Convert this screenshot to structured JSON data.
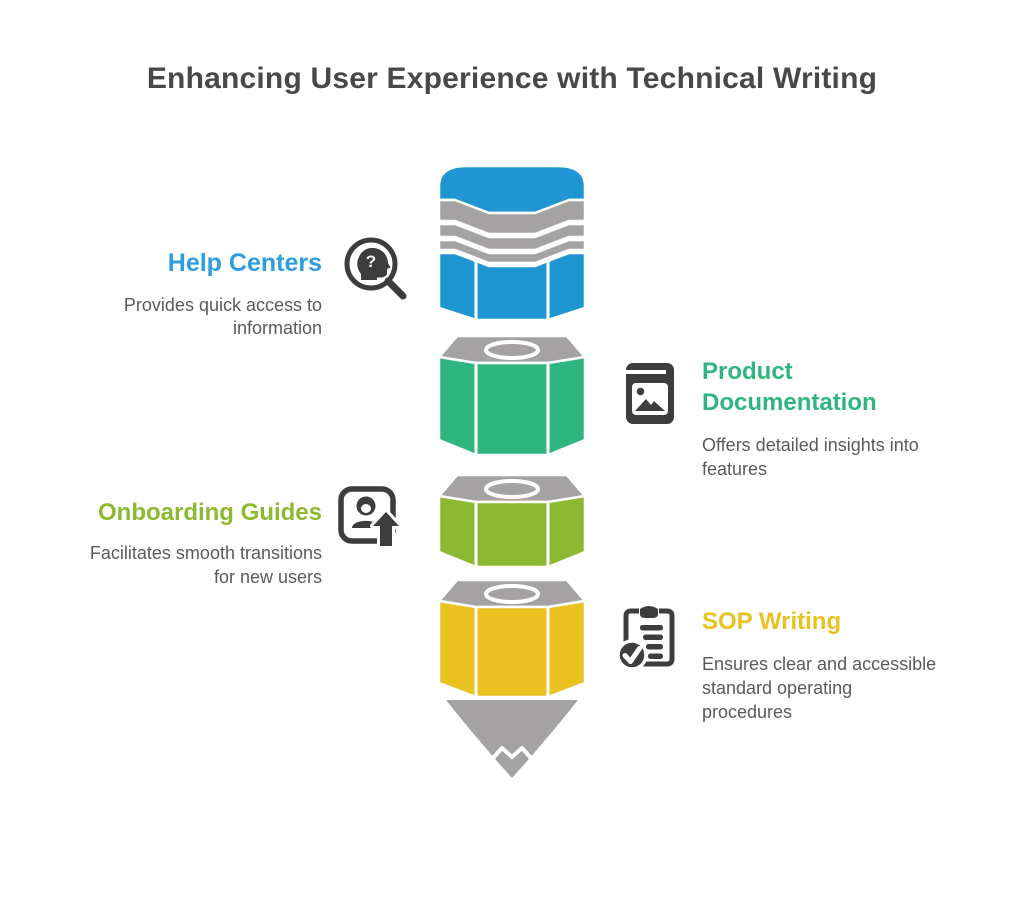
{
  "title": "Enhancing User Experience with Technical Writing",
  "theme": {
    "background": "#ffffff",
    "title_color": "#484848",
    "description_color": "#5a5a5a",
    "icon_color": "#3d3d3d"
  },
  "sections": [
    {
      "id": "help-centers",
      "side": "left",
      "heading_lines": [
        "Help Centers"
      ],
      "heading_color": "#2b9de0",
      "description_lines": [
        "Provides quick access to",
        "information"
      ],
      "icon": "magnifier-head-question-icon"
    },
    {
      "id": "product-documentation",
      "side": "right",
      "heading_lines": [
        "Product",
        "Documentation"
      ],
      "heading_color": "#2fb57e",
      "description_lines": [
        "Offers detailed insights into",
        "features"
      ],
      "icon": "photo-book-icon"
    },
    {
      "id": "onboarding-guides",
      "side": "left",
      "heading_lines": [
        "Onboarding Guides"
      ],
      "heading_color": "#8cb931",
      "description_lines": [
        "Facilitates smooth transitions",
        "for new users"
      ],
      "icon": "user-up-arrow-icon"
    },
    {
      "id": "sop-writing",
      "side": "right",
      "heading_lines": [
        "SOP Writing"
      ],
      "heading_color": "#e9c120",
      "description_lines": [
        "Ensures clear and accessible",
        "standard operating",
        "procedures"
      ],
      "icon": "clipboard-check-icon"
    }
  ],
  "pencil": {
    "eraser_color": "#2095d3",
    "metal_color": "#a5a2a3",
    "segment_colors": [
      "#2095d3",
      "#2fb57e",
      "#8cb931",
      "#e9c120"
    ],
    "tip_color": "#a5a2a3"
  }
}
